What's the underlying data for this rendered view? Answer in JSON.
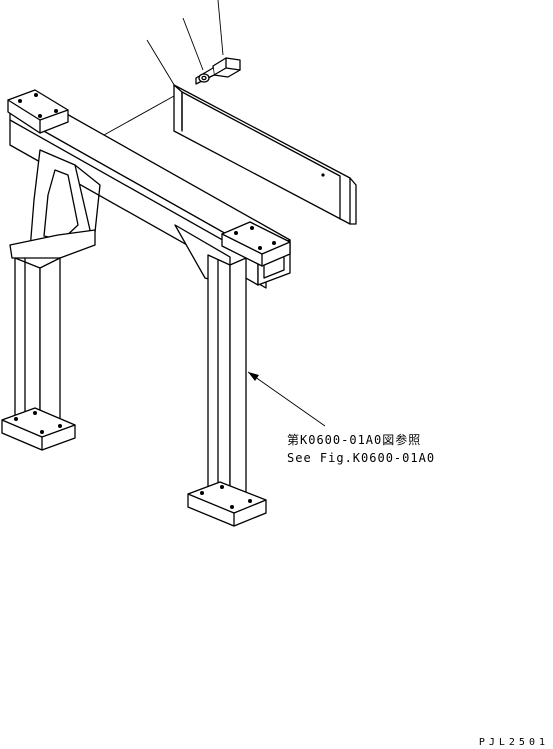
{
  "figure": {
    "reference_note_jp": "第K0600-01A0図参照",
    "reference_note_en": "See Fig.K0600-01A0",
    "drawing_id": "PJL2501"
  }
}
